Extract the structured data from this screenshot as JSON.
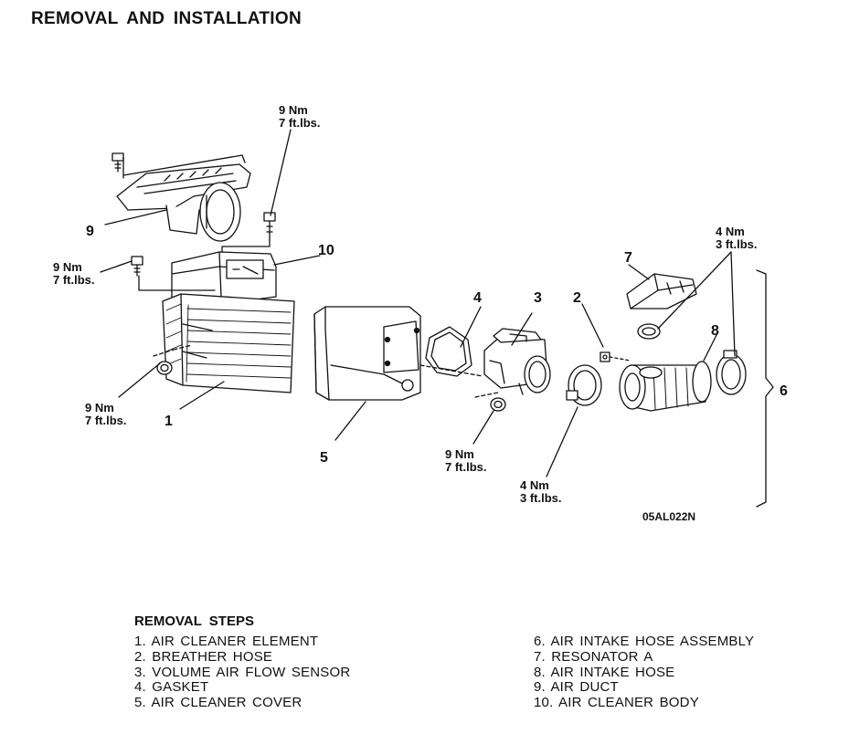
{
  "header": {
    "title": "REMOVAL AND INSTALLATION"
  },
  "diagram": {
    "callouts": {
      "c1": "1",
      "c2": "2",
      "c3": "3",
      "c4": "4",
      "c5": "5",
      "c6": "6",
      "c7": "7",
      "c8": "8",
      "c9": "9",
      "c10": "10"
    },
    "torque": {
      "top_bolt": {
        "nm": "9 Nm",
        "ftlbs": "7 ft.lbs."
      },
      "left_bolt": {
        "nm": "9 Nm",
        "ftlbs": "7 ft.lbs."
      },
      "bottom_left_nut": {
        "nm": "9 Nm",
        "ftlbs": "7 ft.lbs."
      },
      "sensor_nut": {
        "nm": "9 Nm",
        "ftlbs": "7 ft.lbs."
      },
      "hose_clamp_left": {
        "nm": "4 Nm",
        "ftlbs": "3 ft.lbs."
      },
      "hose_clamp_right": {
        "nm": "4 Nm",
        "ftlbs": "3 ft.lbs."
      }
    },
    "figure_code": "05AL022N"
  },
  "removal_steps": {
    "title": "REMOVAL STEPS",
    "left": [
      "1. AIR CLEANER ELEMENT",
      "2. BREATHER HOSE",
      "3. VOLUME AIR FLOW SENSOR",
      "4. GASKET",
      "5. AIR CLEANER COVER"
    ],
    "right": [
      "6. AIR INTAKE HOSE ASSEMBLY",
      "7. RESONATOR A",
      "8. AIR INTAKE HOSE",
      "9. AIR DUCT",
      "10. AIR CLEANER BODY"
    ]
  }
}
